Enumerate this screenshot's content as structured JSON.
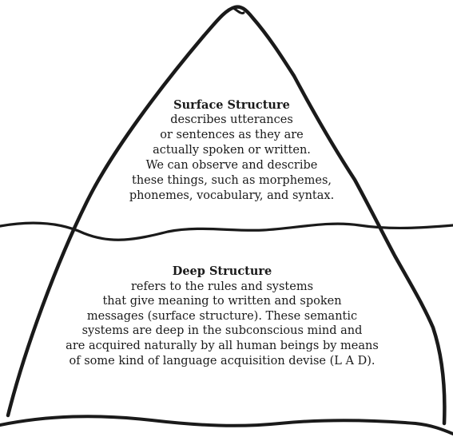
{
  "colors": {
    "ink": "#1a1a1a",
    "background": "#ffffff"
  },
  "surface": {
    "heading": "Surface Structure",
    "lines": [
      "describes utterances",
      "or sentences as they are",
      "actually spoken or written.",
      "We can observe and describe",
      "these things, such as morphemes,",
      "phonemes, vocabulary, and syntax."
    ]
  },
  "deep": {
    "heading": "Deep Structure",
    "lines": [
      "refers to the rules and systems",
      "that give meaning to written and spoken",
      "messages (surface structure). These semantic",
      "systems are deep in the subconscious mind and",
      "are acquired naturally by all human beings by means",
      "of some kind of language acquisition devise (L A D)."
    ]
  }
}
